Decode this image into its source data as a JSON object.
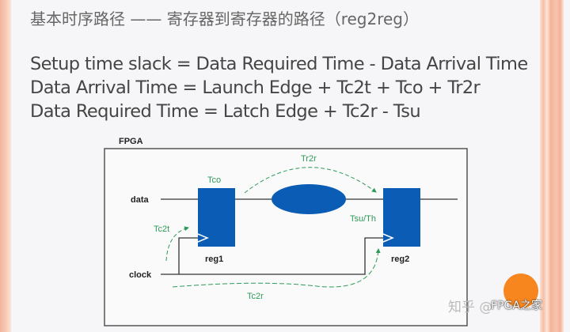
{
  "title": "基本时序路径 —— 寄存器到寄存器的路径（reg2reg）",
  "formulas": [
    "Setup time slack = Data Required Time - Data Arrival Time",
    "Data Arrival Time = Launch Edge + Tc2t + Tco + Tr2r",
    "Data Required Time = Latch Edge + Tc2r - Tsu"
  ],
  "diagram": {
    "container_label": "FPGA",
    "data_label": "data",
    "clock_label": "clock",
    "reg1_label": "reg1",
    "reg2_label": "reg2",
    "tco": "Tco",
    "tr2r": "Tr2r",
    "tc2t": "Tc2t",
    "tsu_th": "Tsu/Th",
    "tc2r": "Tc2r"
  },
  "watermark": {
    "platform": "知乎 @",
    "account": "FPGA之家"
  },
  "colors": {
    "register": "#0b5cb5",
    "annotation": "#2e9a5a",
    "accent": "#f7861f"
  }
}
